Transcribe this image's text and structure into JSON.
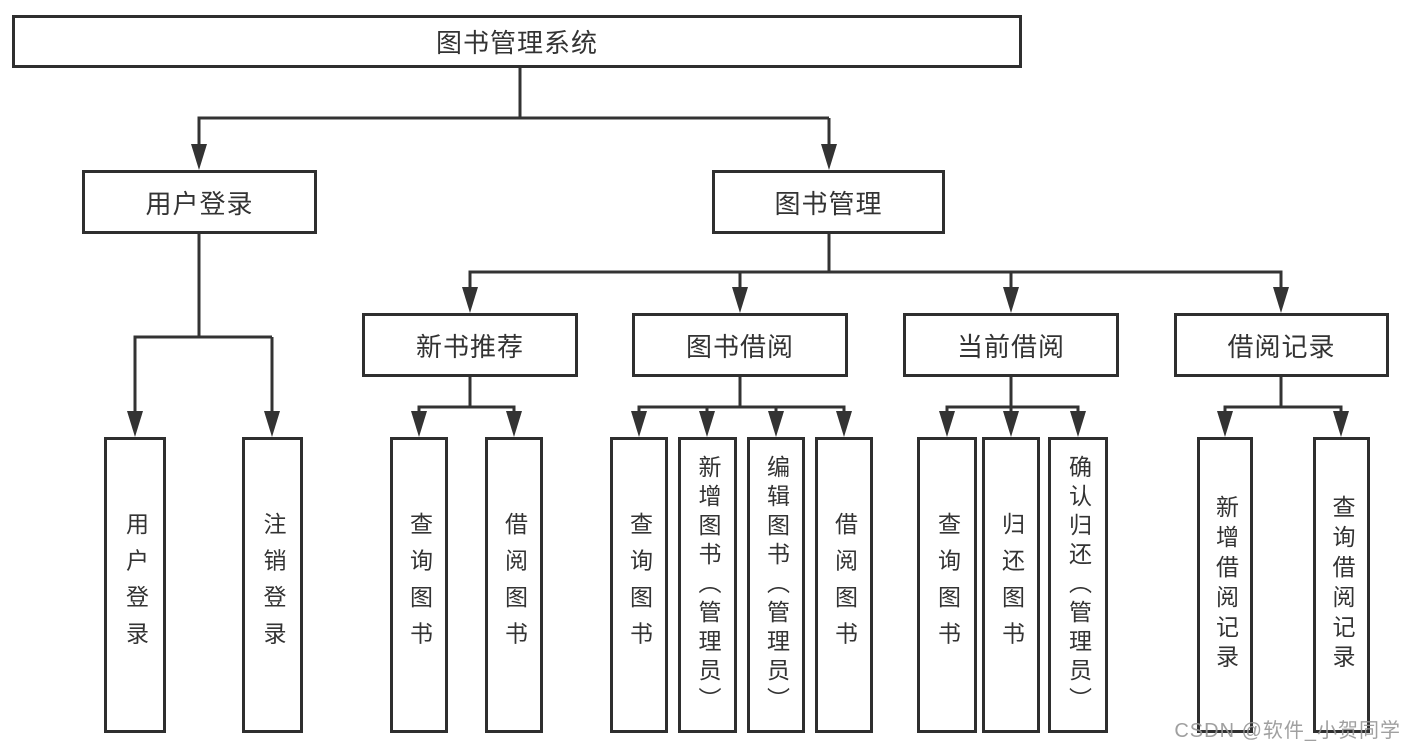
{
  "nodes": {
    "root": {
      "label": "图书管理系统"
    },
    "level2": [
      {
        "id": "user-login",
        "label": "用户登录"
      },
      {
        "id": "book-management",
        "label": "图书管理"
      }
    ],
    "level3": [
      {
        "id": "new-book-recommend",
        "label": "新书推荐"
      },
      {
        "id": "book-borrowing",
        "label": "图书借阅"
      },
      {
        "id": "current-borrowing",
        "label": "当前借阅"
      },
      {
        "id": "borrowing-records",
        "label": "借阅记录"
      }
    ],
    "leaves": [
      {
        "id": "user-login-leaf",
        "parent": "user-login",
        "label": "用户登录"
      },
      {
        "id": "logout",
        "parent": "user-login",
        "label": "注销登录"
      },
      {
        "id": "query-books-recommend",
        "parent": "new-book-recommend",
        "label": "查询图书"
      },
      {
        "id": "borrow-books-recommend",
        "parent": "new-book-recommend",
        "label": "借阅图书"
      },
      {
        "id": "query-books-borrowing",
        "parent": "book-borrowing",
        "label": "查询图书"
      },
      {
        "id": "add-books-admin",
        "parent": "book-borrowing",
        "label": "新增图书（管理员）"
      },
      {
        "id": "edit-books-admin",
        "parent": "book-borrowing",
        "label": "编辑图书（管理员）"
      },
      {
        "id": "borrow-books-borrowing",
        "parent": "book-borrowing",
        "label": "借阅图书"
      },
      {
        "id": "query-books-current",
        "parent": "current-borrowing",
        "label": "查询图书"
      },
      {
        "id": "return-books",
        "parent": "current-borrowing",
        "label": "归还图书"
      },
      {
        "id": "confirm-return-admin",
        "parent": "current-borrowing",
        "label": "确认归还（管理员）"
      },
      {
        "id": "add-borrow-record",
        "parent": "borrowing-records",
        "label": "新增借阅记录"
      },
      {
        "id": "query-borrow-record",
        "parent": "borrowing-records",
        "label": "查询借阅记录"
      }
    ]
  },
  "watermark": {
    "text": "CSDN @软件_小贺同学"
  },
  "colors": {
    "line": "#333333",
    "box_border": "#2f2f2f",
    "text": "#333333",
    "watermark": "#969696",
    "background": "#ffffff"
  }
}
